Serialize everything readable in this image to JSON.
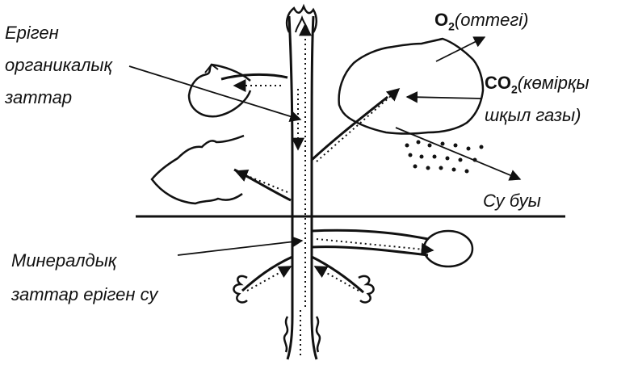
{
  "labels": {
    "organic_line1": "Еріген",
    "organic_line2": "органикалық",
    "organic_line3": "заттар",
    "o2_formula": "O",
    "o2_sub": "2",
    "o2_name": "(оттегі)",
    "co2_formula": "CO",
    "co2_sub": "2",
    "co2_name_line1": "(көмірқы",
    "co2_name_line2": "шқыл газы)",
    "vapor": "Су буы",
    "minerals_line1": "Минералдық",
    "minerals_line2": "заттар еріген су"
  },
  "colors": {
    "ink": "#111111",
    "background": "#ffffff"
  }
}
